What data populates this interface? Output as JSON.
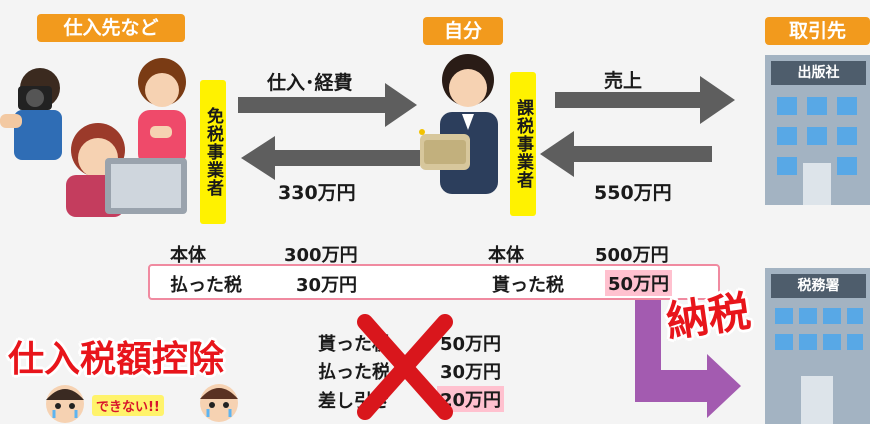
{
  "parties": {
    "supplier_tag": "仕入先など",
    "self_tag": "自分",
    "client_tag": "取引先",
    "supplier_status": "免税事業者",
    "self_status": "課税事業者",
    "client_building_sign": "出版社",
    "tax_office_sign": "税務署"
  },
  "flows": {
    "purchase_label": "仕入･経費",
    "sales_label": "売上",
    "paid_amount": "330万円",
    "received_amount": "550万円"
  },
  "supplier_breakdown": {
    "body_label": "本体",
    "body_amount": "300万円",
    "tax_label": "払った税",
    "tax_amount": "30万円"
  },
  "self_breakdown": {
    "body_label": "本体",
    "body_amount": "500万円",
    "tax_label": "貰った税",
    "tax_amount": "50万円"
  },
  "nouzei_label": "納税",
  "deduction": {
    "title": "仕入税額控除",
    "cannot": "できない!!",
    "line1": "貰った税",
    "line1_amount": "50万円",
    "line2": "払った税",
    "line2_amount": "30万円",
    "line3": "差し引き",
    "line3_amount": "20万円"
  },
  "colors": {
    "tag_orange": "#f29a1d",
    "badge_yellow": "#fff200",
    "arrow_gray": "#5e5e5e",
    "cross_red": "#d9161c",
    "nouzei_red": "#e8151b",
    "nouzei_arrow_purple": "#a35bb0",
    "highlight_pink": "#ffc1cf",
    "building_blue": "#58a8e6"
  }
}
